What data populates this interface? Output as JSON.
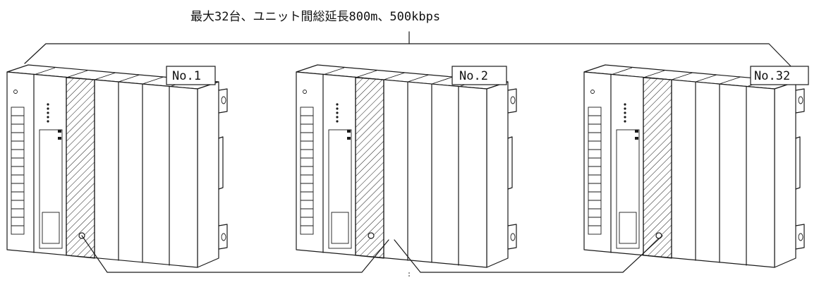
{
  "diagram": {
    "caption": "最大32台、ユニット間総延長800m、500kbps",
    "units": [
      {
        "label": "No.1"
      },
      {
        "label": "No.2"
      },
      {
        "label": "No.32"
      }
    ],
    "colors": {
      "line": "#1a1a1a",
      "background": "#ffffff"
    }
  }
}
